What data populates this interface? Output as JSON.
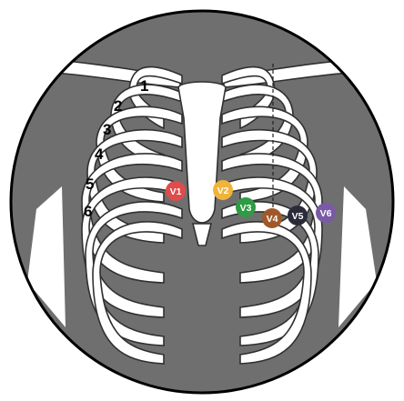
{
  "diagram": {
    "background": "#6f6f6f",
    "bone_color": "#ffffff",
    "outline_color": "#303030",
    "rib_numbers": [
      "1",
      "2",
      "3",
      "4",
      "5",
      "6"
    ],
    "electrodes": [
      {
        "label": "V1",
        "color": "#e04b4b"
      },
      {
        "label": "V2",
        "color": "#f0b43a"
      },
      {
        "label": "V3",
        "color": "#2f9b44"
      },
      {
        "label": "V4",
        "color": "#a0582b"
      },
      {
        "label": "V5",
        "color": "#2a2a3a"
      },
      {
        "label": "V6",
        "color": "#7a5aa6"
      }
    ]
  }
}
